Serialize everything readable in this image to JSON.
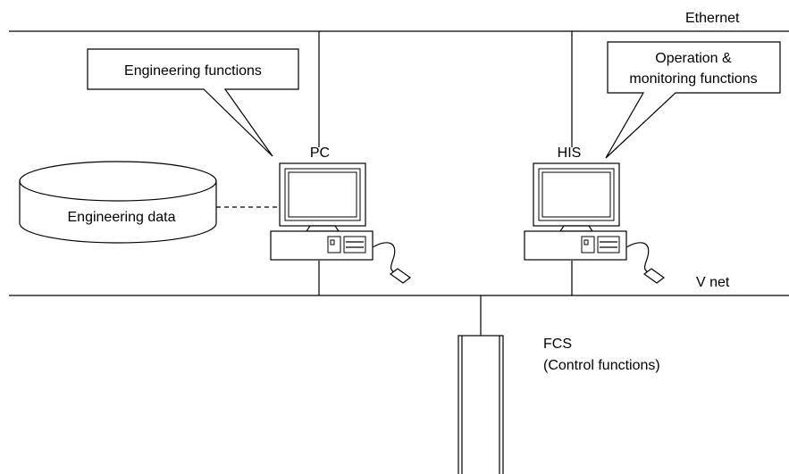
{
  "networks": {
    "ethernet_label": "Ethernet",
    "vnet_label": "V net"
  },
  "pc": {
    "label": "PC",
    "callout": "Engineering functions"
  },
  "his": {
    "label": "HIS",
    "callout_line1": "Operation &",
    "callout_line2": "monitoring functions"
  },
  "database": {
    "label": "Engineering data"
  },
  "fcs": {
    "label": "FCS",
    "sublabel": "(Control functions)"
  }
}
